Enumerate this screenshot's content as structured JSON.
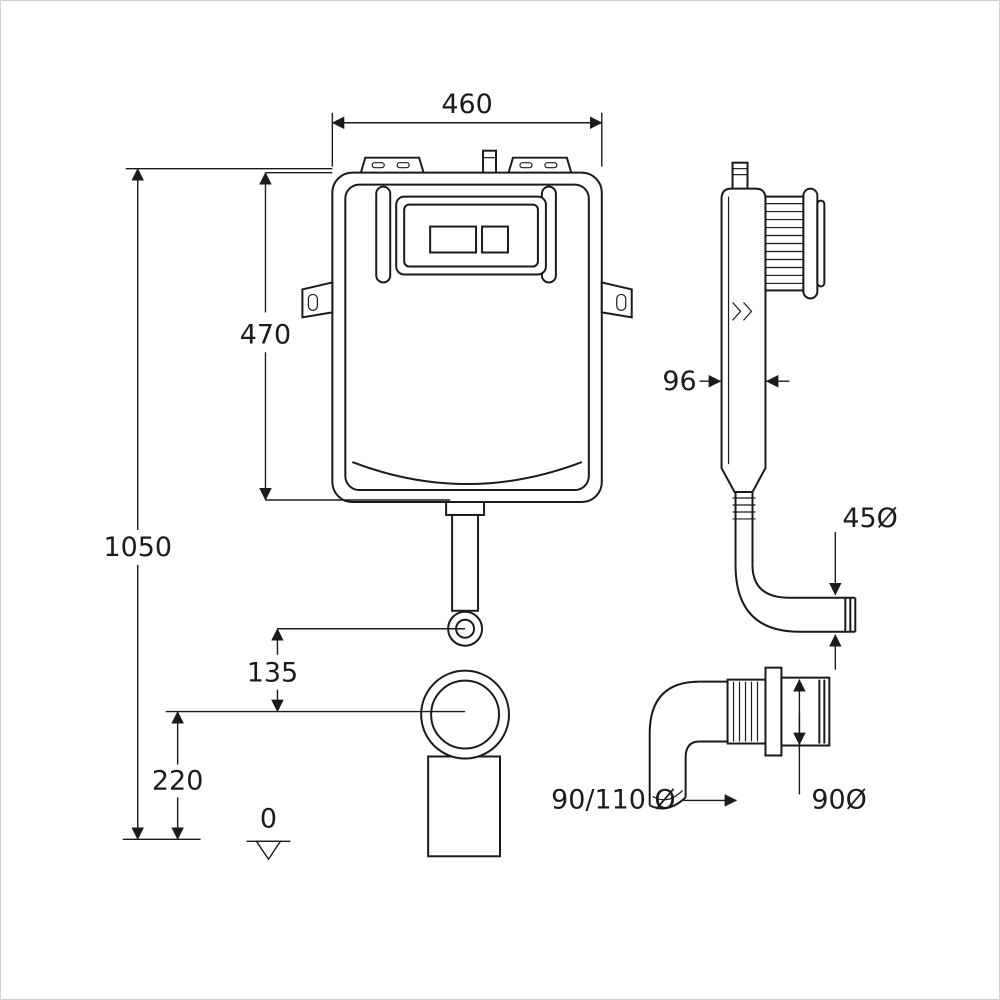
{
  "drawing": {
    "type": "technical-installation-drawing",
    "subject": "concealed cistern with flush plate, front and side views with drain fittings",
    "line_color": "#1b1b1b",
    "background_color": "#ffffff",
    "labels": {
      "width": "460",
      "cistern_height": "470",
      "total_height": "1050",
      "outlet_offset": "135",
      "drain_center_height": "220",
      "depth": "96",
      "flush_pipe_diameter": "45Ø",
      "drain_pipe_diameter": "90/110 Ø",
      "socket_diameter": "90Ø",
      "datum": "0"
    }
  }
}
